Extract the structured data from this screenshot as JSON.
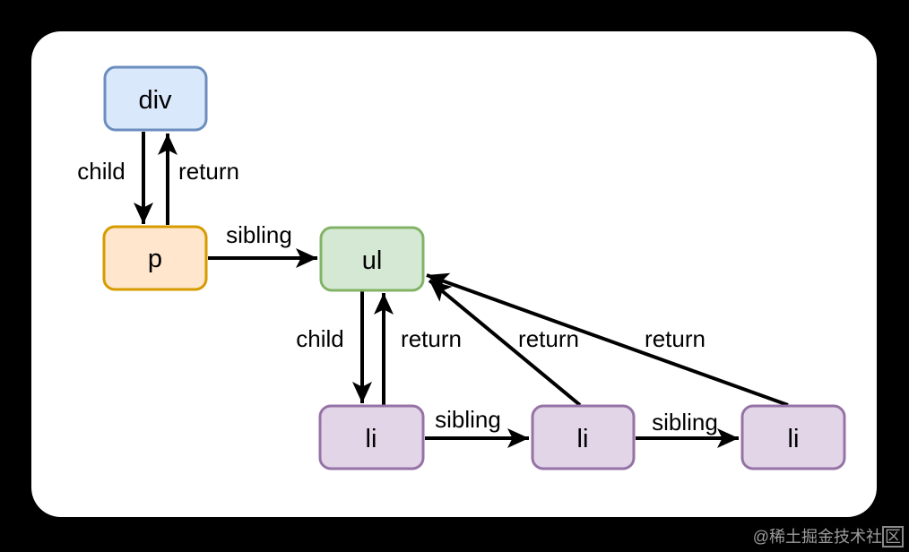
{
  "canvas": {
    "background": "#000000",
    "panel_bg": "#ffffff"
  },
  "diagram": {
    "edge_color": "#000000",
    "text_color": "#000000",
    "nodes": [
      {
        "id": "div",
        "label": "div",
        "fill": "#dae8fc",
        "stroke": "#6c8ebf"
      },
      {
        "id": "p",
        "label": "p",
        "fill": "#ffe6cc",
        "stroke": "#d79b00"
      },
      {
        "id": "ul",
        "label": "ul",
        "fill": "#d5e8d4",
        "stroke": "#82b366"
      },
      {
        "id": "li-1",
        "label": "li",
        "fill": "#e1d5e7",
        "stroke": "#9673a6"
      },
      {
        "id": "li-2",
        "label": "li",
        "fill": "#e1d5e7",
        "stroke": "#9673a6"
      },
      {
        "id": "li-3",
        "label": "li",
        "fill": "#e1d5e7",
        "stroke": "#9673a6"
      }
    ],
    "edges": [
      {
        "from": "div",
        "to": "p",
        "label": "child"
      },
      {
        "from": "p",
        "to": "div",
        "label": "return"
      },
      {
        "from": "p",
        "to": "ul",
        "label": "sibling"
      },
      {
        "from": "ul",
        "to": "li-1",
        "label": "child"
      },
      {
        "from": "li-1",
        "to": "ul",
        "label": "return"
      },
      {
        "from": "li-1",
        "to": "li-2",
        "label": "sibling"
      },
      {
        "from": "li-2",
        "to": "ul",
        "label": "return"
      },
      {
        "from": "li-2",
        "to": "li-3",
        "label": "sibling"
      },
      {
        "from": "li-3",
        "to": "ul",
        "label": "return"
      }
    ]
  },
  "watermark": {
    "prefix": "@稀土掘金技术社",
    "last": "区",
    "full": "@稀土掘金技术社区"
  }
}
